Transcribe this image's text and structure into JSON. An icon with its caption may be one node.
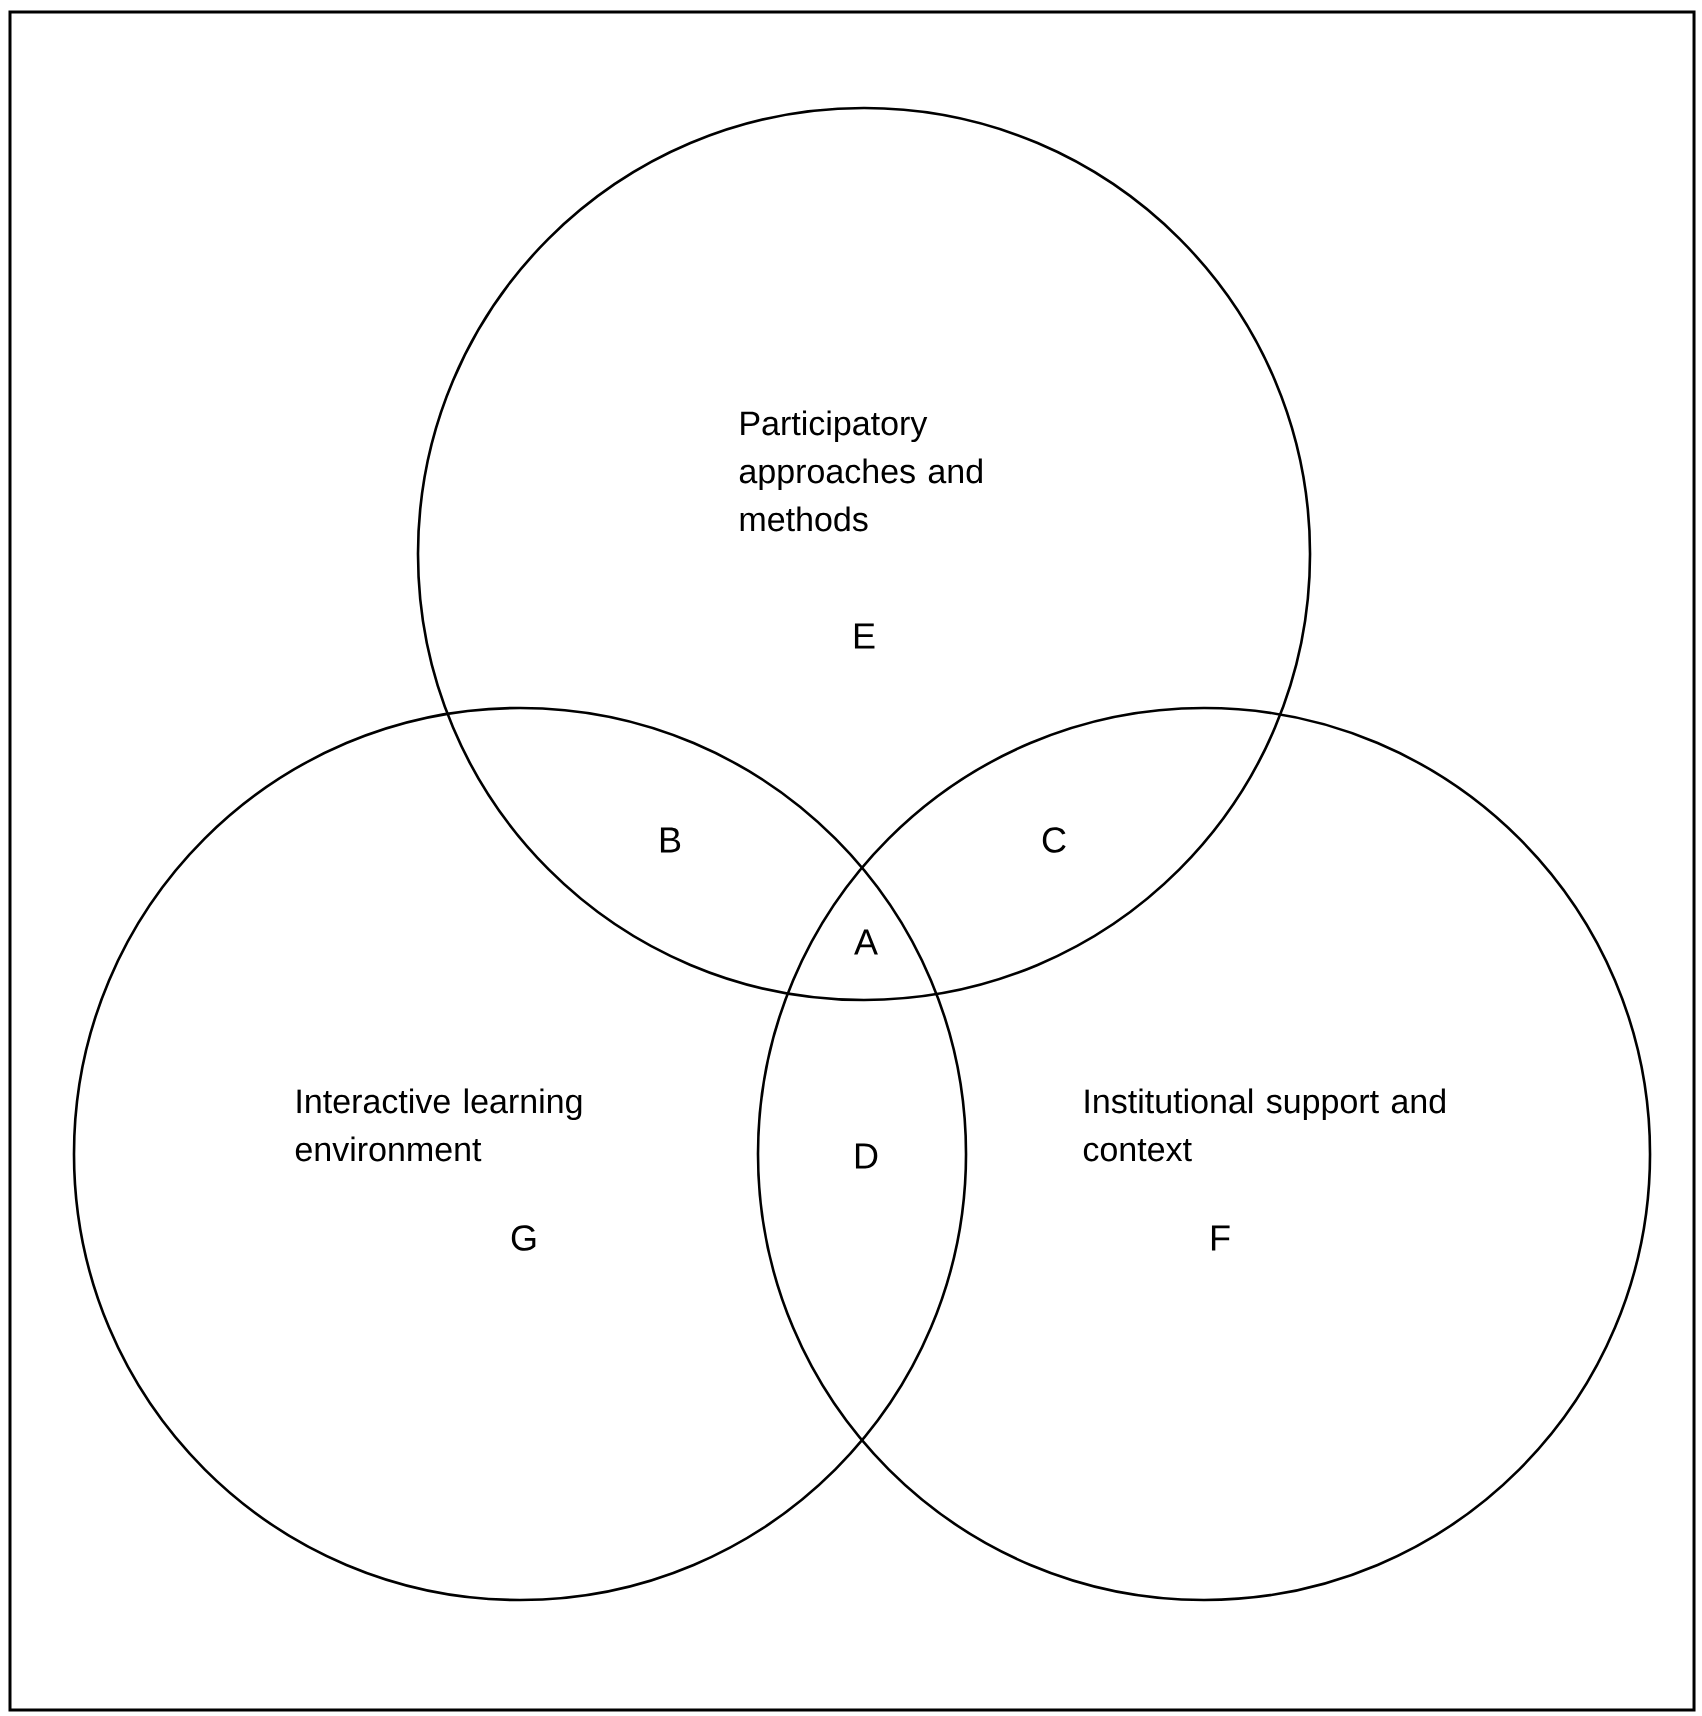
{
  "diagram": {
    "nodes": [
      {
        "text": [
          "Participatory approaches and methods",
          "E"
        ]
      },
      {
        "text": [
          "Interactive learning environment",
          "G"
        ]
      },
      {
        "text": [
          "Institutional support and context",
          "F"
        ]
      }
    ],
    "labels": [
      "B",
      "C",
      "A",
      "D"
    ]
  }
}
